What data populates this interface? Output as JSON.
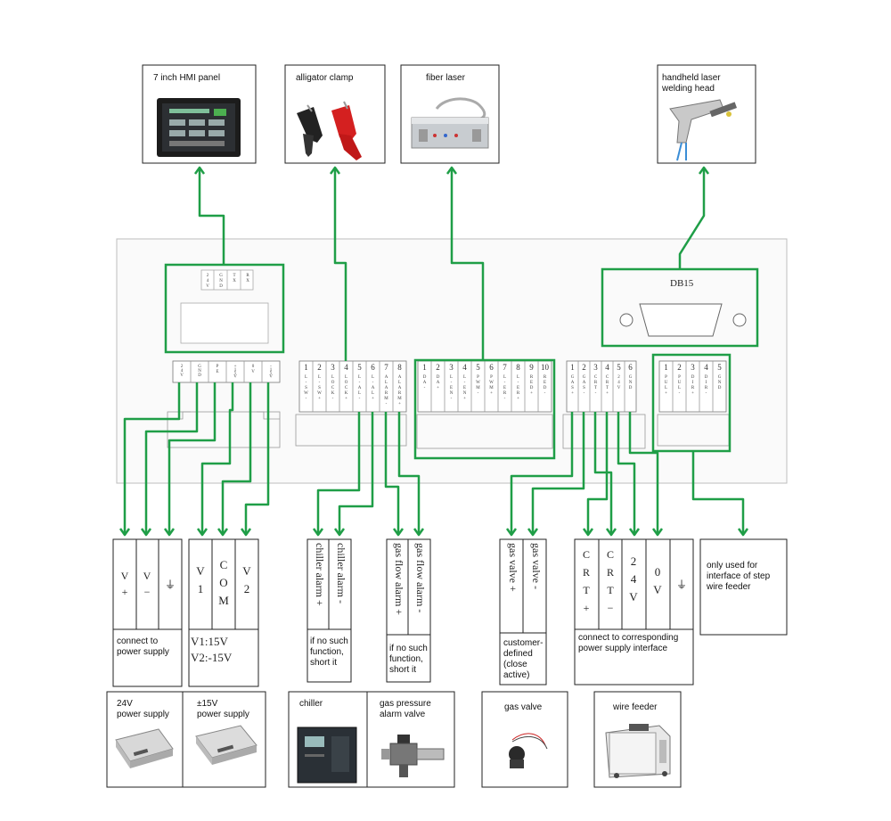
{
  "top_devices": [
    {
      "label": "7 inch HMI panel"
    },
    {
      "label": "alligator clamp"
    },
    {
      "label": "fiber laser"
    },
    {
      "label": "handheld laser\nwelding head"
    }
  ],
  "db15_label": "DB15",
  "hmi_connector_pins": [
    "24V",
    "GND",
    "TX",
    "RX"
  ],
  "power_terminal": [
    "24V",
    "GND",
    "PE",
    "+15V",
    "0V",
    "-15V"
  ],
  "alarm_terminal": {
    "numbers": [
      "1",
      "2",
      "3",
      "4",
      "5",
      "6",
      "7",
      "8"
    ],
    "names": [
      "L-SW-",
      "L-SW+",
      "LOCK-",
      "LOCK+",
      "L-AL-",
      "L-AL+",
      "ALARM-",
      "ALARM+"
    ]
  },
  "laser_terminal": {
    "numbers": [
      "1",
      "2",
      "3",
      "4",
      "5",
      "6",
      "7",
      "8",
      "9",
      "10"
    ],
    "names": [
      "DA-",
      "DA+",
      "L-EN-",
      "L-EN+",
      "PWM-",
      "PWM+",
      "L-ER-",
      "L-ER+",
      "RED+",
      "RED-"
    ]
  },
  "gas_terminal": {
    "numbers": [
      "1",
      "2",
      "3",
      "4",
      "5",
      "6"
    ],
    "names": [
      "GAS+",
      "GAS-",
      "CRT-",
      "CRT+",
      "24V",
      "GND"
    ]
  },
  "feeder_terminal": {
    "numbers": [
      "1",
      "2",
      "3",
      "4",
      "5"
    ],
    "names": [
      "PUL+",
      "PUL-",
      "DIR+",
      "DIR-",
      "GND"
    ]
  },
  "blocks": {
    "supply24": {
      "cells": [
        "V\n+",
        "V\n−",
        "⏚"
      ],
      "caption": "connect to\npower supply"
    },
    "supply15": {
      "cells": [
        "V\n1",
        "C\nO\nM",
        "V\n2"
      ],
      "caption": "V1:15V\nV2:-15V"
    },
    "chiller": {
      "cells": [
        "chiller alarm +",
        "chiller alarm -"
      ],
      "caption": "if no such\nfunction,\nshort it"
    },
    "gasflow": {
      "cells": [
        "gas flow alarm +",
        "gas flow alarm -"
      ],
      "caption": "if no such\nfunction,\nshort it"
    },
    "gasvalve": {
      "cells": [
        "gas valve +",
        "gas valve -"
      ],
      "caption": "customer-\ndefined\n(close\nactive)"
    },
    "crt": {
      "cells": [
        "C\nR\nT\n+",
        "C\nR\nT\n−",
        "2\n4\nV",
        "0\nV",
        "⏚"
      ],
      "caption": "connect to corresponding\npower supply interface"
    },
    "feeder_note": {
      "text": "only used for\ninterface of step\nwire feeder"
    }
  },
  "bottom_devices": [
    {
      "label": "24V\npower supply"
    },
    {
      "label": "±15V\npower supply"
    },
    {
      "label": "chiller"
    },
    {
      "label": "gas pressure\nalarm valve"
    },
    {
      "label": "gas valve"
    },
    {
      "label": "wire feeder"
    }
  ],
  "colors": {
    "wire": "#1f9e47",
    "box": "#222222",
    "panel": "#bdbdbd"
  }
}
